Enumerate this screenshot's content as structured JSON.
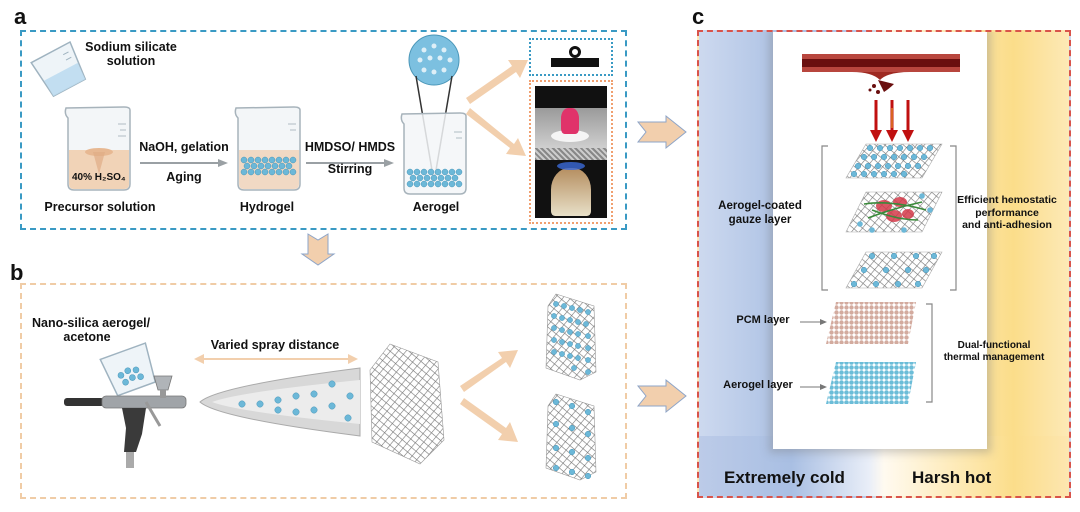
{
  "panels": {
    "a": {
      "letter": "a",
      "sodium_silicate": [
        "Sodium silicate",
        "solution"
      ],
      "acid_label": "40% H₂SO₄",
      "precursor": "Precursor solution",
      "step1_top": "NaOH, gelation",
      "step1_bottom": "Aging",
      "hydrogel": "Hydrogel",
      "step2_top": "HMDSO/ HMDS",
      "step2_bottom": "Stirring",
      "aerogel": "Aerogel"
    },
    "b": {
      "letter": "b",
      "source": [
        "Nano-silica aerogel/",
        "acetone"
      ],
      "spray": "Varied spray distance"
    },
    "c": {
      "letter": "c",
      "gauze_layer": [
        "Aerogel-coated",
        "gauze  layer"
      ],
      "hemostatic": [
        "Efficient hemostatic",
        "performance",
        "and anti-adhesion"
      ],
      "pcm_layer": "PCM layer",
      "aerogel_layer": "Aerogel layer",
      "thermal": [
        "Dual-functional",
        "thermal management"
      ],
      "cold": "Extremely cold",
      "hot": "Harsh hot"
    }
  },
  "colors": {
    "panel_a_border": "#3a9ac4",
    "panel_b_border": "#f0cca6",
    "panel_c_border": "#d9534a",
    "arrow_fill": "#f2cfad",
    "silica_blue": "#6cb8d8",
    "cold_blue": "#a9bfe3",
    "hot_yellow": "#fbdd8a",
    "blood_red": "#8b1a1a"
  }
}
